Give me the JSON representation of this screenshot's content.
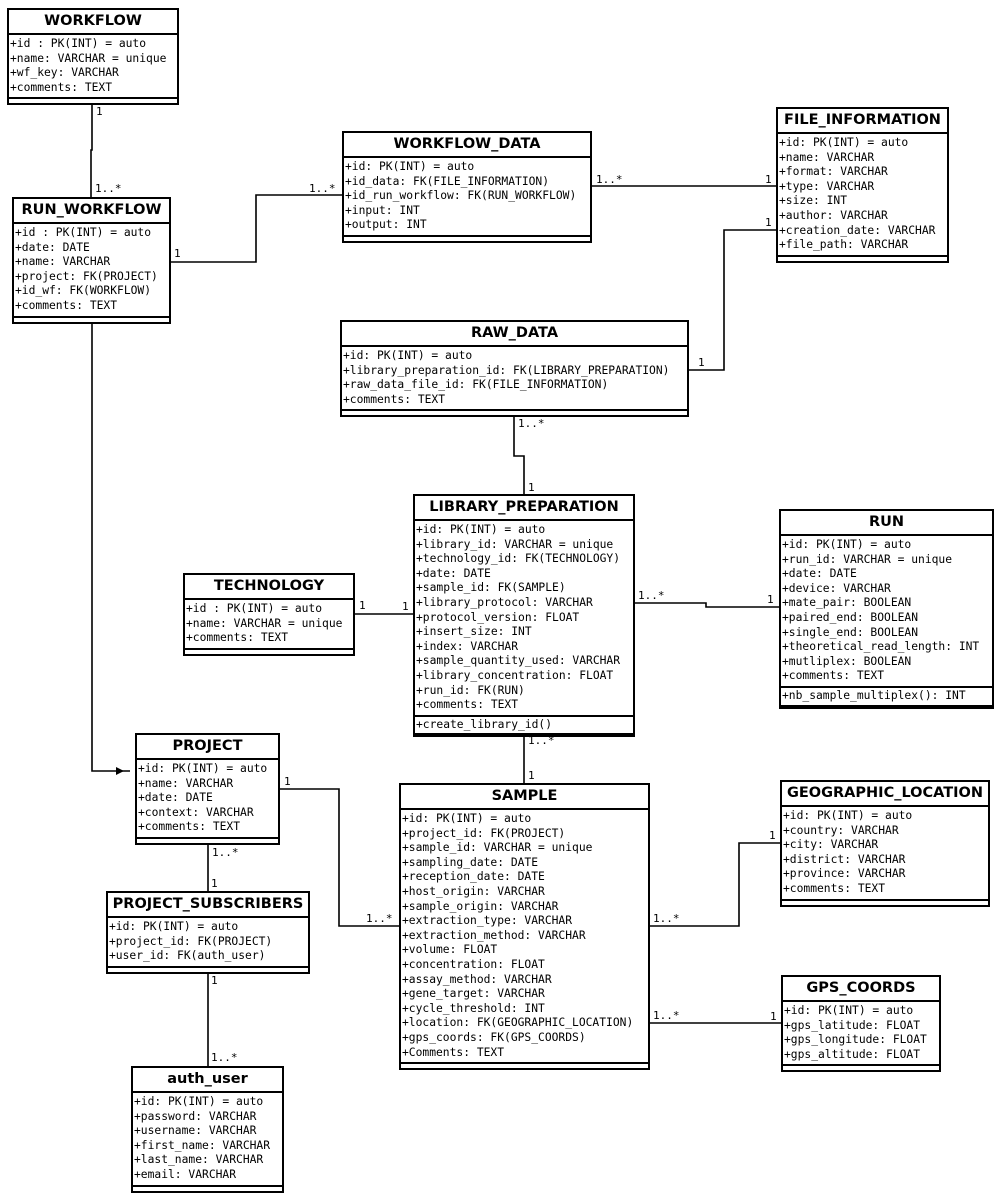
{
  "tables": {
    "workflow": {
      "name": "WORKFLOW",
      "attributes": [
        "+id : PK(INT) = auto",
        "+name: VARCHAR = unique",
        "+wf_key: VARCHAR",
        "+comments: TEXT"
      ],
      "operations": []
    },
    "workflow_data": {
      "name": "WORKFLOW_DATA",
      "attributes": [
        "+id: PK(INT) = auto",
        "+id_data: FK(FILE_INFORMATION)",
        "+id_run_workflow: FK(RUN_WORKFLOW)",
        "+input: INT",
        "+output: INT"
      ],
      "operations": []
    },
    "file_information": {
      "name": "FILE_INFORMATION",
      "attributes": [
        "+id: PK(INT) = auto",
        "+name: VARCHAR",
        "+format: VARCHAR",
        "+type: VARCHAR",
        "+size: INT",
        "+author: VARCHAR",
        "+creation_date: VARCHAR",
        "+file_path: VARCHAR"
      ],
      "operations": []
    },
    "run_workflow": {
      "name": "RUN_WORKFLOW",
      "attributes": [
        "+id : PK(INT) = auto",
        "+date: DATE",
        "+name: VARCHAR",
        "+project: FK(PROJECT)",
        "+id_wf: FK(WORKFLOW)",
        "+comments: TEXT"
      ],
      "operations": []
    },
    "raw_data": {
      "name": "RAW_DATA",
      "attributes": [
        "+id: PK(INT) = auto",
        "+library_preparation_id: FK(LIBRARY_PREPARATION)",
        "+raw_data_file_id: FK(FILE_INFORMATION)",
        "+comments: TEXT"
      ],
      "operations": []
    },
    "library_preparation": {
      "name": "LIBRARY_PREPARATION",
      "attributes": [
        "+id: PK(INT) = auto",
        "+library_id: VARCHAR = unique",
        "+technology_id: FK(TECHNOLOGY)",
        "+date: DATE",
        "+sample_id: FK(SAMPLE)",
        "+library_protocol: VARCHAR",
        "+protocol_version: FLOAT",
        "+insert_size: INT",
        "+index: VARCHAR",
        "+sample_quantity_used: VARCHAR",
        "+library_concentration: FLOAT",
        "+run_id: FK(RUN)",
        "+comments: TEXT"
      ],
      "operations": [
        "+create_library_id()"
      ]
    },
    "run": {
      "name": "RUN",
      "attributes": [
        "+id: PK(INT) = auto",
        "+run_id: VARCHAR = unique",
        "+date: DATE",
        "+device: VARCHAR",
        "+mate_pair: BOOLEAN",
        "+paired_end: BOOLEAN",
        "+single_end: BOOLEAN",
        "+theoretical_read_length: INT",
        "+mutliplex: BOOLEAN",
        "+comments: TEXT"
      ],
      "operations": [
        "+nb_sample_multiplex(): INT"
      ]
    },
    "technology": {
      "name": "TECHNOLOGY",
      "attributes": [
        "+id : PK(INT) = auto",
        "+name: VARCHAR = unique",
        "+comments: TEXT"
      ],
      "operations": []
    },
    "project": {
      "name": "PROJECT",
      "attributes": [
        "+id: PK(INT) = auto",
        "+name: VARCHAR",
        "+date: DATE",
        "+context: VARCHAR",
        "+comments: TEXT"
      ],
      "operations": []
    },
    "sample": {
      "name": "SAMPLE",
      "attributes": [
        "+id: PK(INT) = auto",
        "+project_id: FK(PROJECT)",
        "+sample_id: VARCHAR = unique",
        "+sampling_date: DATE",
        "+reception_date: DATE",
        "+host_origin: VARCHAR",
        "+sample_origin: VARCHAR",
        "+extraction_type: VARCHAR",
        "+extraction_method: VARCHAR",
        "+volume: FLOAT",
        "+concentration: FLOAT",
        "+assay_method: VARCHAR",
        "+gene_target: VARCHAR",
        "+cycle_threshold: INT",
        "+location: FK(GEOGRAPHIC_LOCATION)",
        "+gps_coords: FK(GPS_COORDS)",
        "+Comments: TEXT"
      ],
      "operations": []
    },
    "geographic_location": {
      "name": "GEOGRAPHIC_LOCATION",
      "attributes": [
        "+id: PK(INT) = auto",
        "+country: VARCHAR",
        "+city: VARCHAR",
        "+district: VARCHAR",
        "+province: VARCHAR",
        "+comments: TEXT"
      ],
      "operations": []
    },
    "project_subscribers": {
      "name": "PROJECT_SUBSCRIBERS",
      "attributes": [
        "+id: PK(INT) = auto",
        "+project_id: FK(PROJECT)",
        "+user_id: FK(auth_user)"
      ],
      "operations": []
    },
    "gps_coords": {
      "name": "GPS_COORDS",
      "attributes": [
        "+id: PK(INT) = auto",
        "+gps_latitude: FLOAT",
        "+gps_longitude: FLOAT",
        "+gps_altitude: FLOAT"
      ],
      "operations": []
    },
    "auth_user": {
      "name": "auth_user",
      "attributes": [
        "+id: PK(INT) = auto",
        "+password: VARCHAR",
        "+username: VARCHAR",
        "+first_name: VARCHAR",
        "+last_name: VARCHAR",
        "+email: VARCHAR"
      ],
      "operations": []
    }
  },
  "relations": [
    {
      "from": "WORKFLOW",
      "to": "RUN_WORKFLOW",
      "from_mult": "1",
      "to_mult": "1..*"
    },
    {
      "from": "RUN_WORKFLOW",
      "to": "WORKFLOW_DATA",
      "from_mult": "1",
      "to_mult": "1..*"
    },
    {
      "from": "WORKFLOW_DATA",
      "to": "FILE_INFORMATION",
      "from_mult": "1..*",
      "to_mult": "1"
    },
    {
      "from": "RAW_DATA",
      "to": "FILE_INFORMATION",
      "from_mult": "1",
      "to_mult": "1"
    },
    {
      "from": "RAW_DATA",
      "to": "LIBRARY_PREPARATION",
      "from_mult": "1..*",
      "to_mult": "1"
    },
    {
      "from": "TECHNOLOGY",
      "to": "LIBRARY_PREPARATION",
      "from_mult": "1",
      "to_mult": "1"
    },
    {
      "from": "LIBRARY_PREPARATION",
      "to": "RUN",
      "from_mult": "1..*",
      "to_mult": "1"
    },
    {
      "from": "LIBRARY_PREPARATION",
      "to": "SAMPLE",
      "from_mult": "1..*",
      "to_mult": "1"
    },
    {
      "from": "PROJECT",
      "to": "SAMPLE",
      "from_mult": "1",
      "to_mult": "1..*"
    },
    {
      "from": "SAMPLE",
      "to": "GEOGRAPHIC_LOCATION",
      "from_mult": "1..*",
      "to_mult": "1"
    },
    {
      "from": "SAMPLE",
      "to": "GPS_COORDS",
      "from_mult": "1..*",
      "to_mult": "1"
    },
    {
      "from": "PROJECT",
      "to": "PROJECT_SUBSCRIBERS",
      "from_mult": "1..*",
      "to_mult": "1"
    },
    {
      "from": "PROJECT_SUBSCRIBERS",
      "to": "auth_user",
      "from_mult": "1",
      "to_mult": "1..*"
    },
    {
      "from": "RUN_WORKFLOW",
      "to": "PROJECT",
      "from_mult": "",
      "to_mult": ""
    }
  ]
}
